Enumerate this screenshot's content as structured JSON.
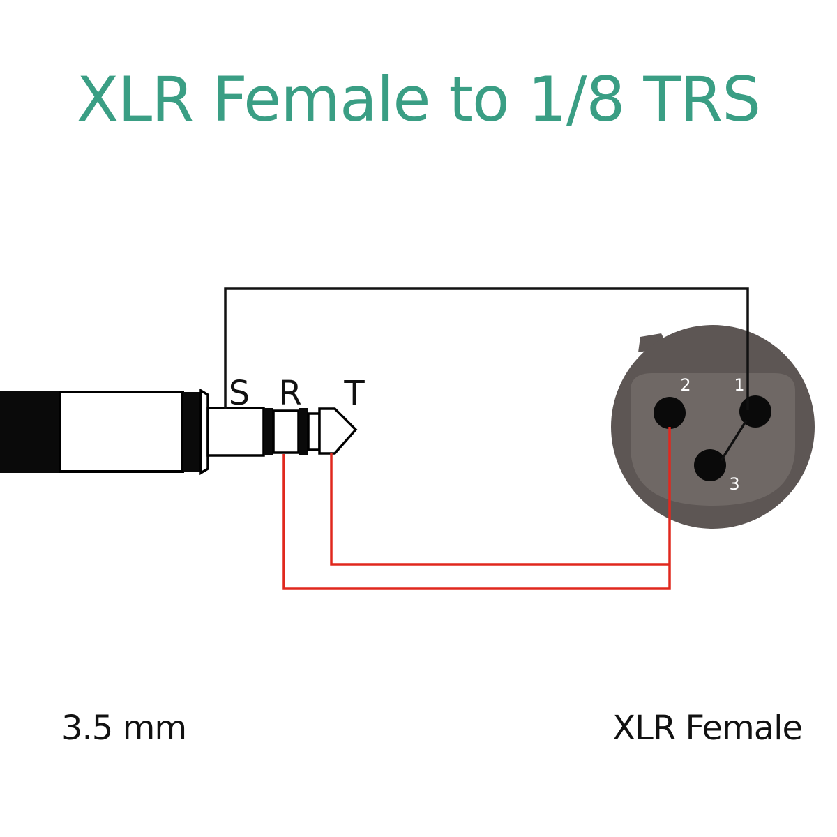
{
  "title": "XLR Female to 1/8 TRS",
  "colors": {
    "title": "#3a9e84",
    "wire_ground": "#111111",
    "wire_signal": "#e0281e",
    "xlr_body": "#5d5654",
    "xlr_face": "#6f6865",
    "plug_black": "#0a0a0a"
  },
  "trs_plug": {
    "caption": "3.5 mm",
    "contacts": {
      "sleeve": "S",
      "ring": "R",
      "tip": "T"
    }
  },
  "xlr_connector": {
    "caption": "XLR Female",
    "pins": {
      "pin1": "1",
      "pin2": "2",
      "pin3": "3"
    }
  }
}
